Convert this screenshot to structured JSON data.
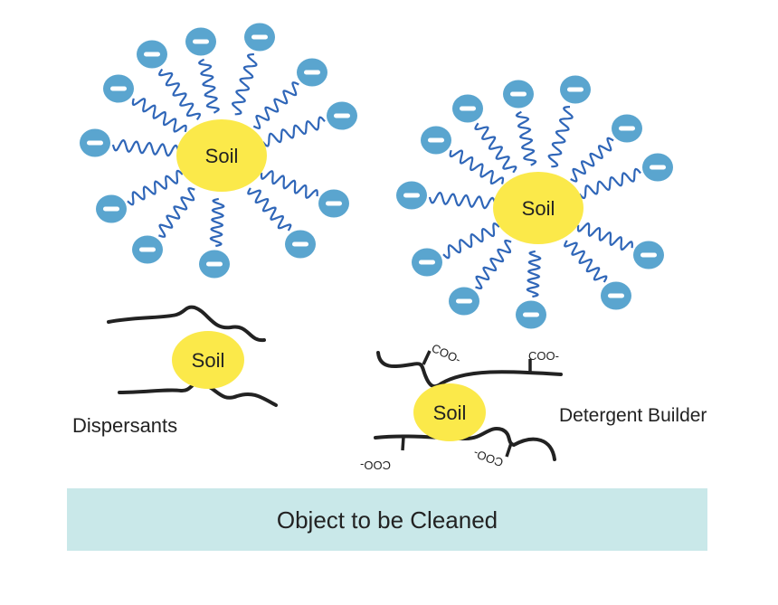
{
  "micelles": [
    {
      "soil_label": "Soil"
    },
    {
      "soil_label": "Soil"
    }
  ],
  "dispersant": {
    "soil_label": "Soil",
    "label": "Dispersants"
  },
  "builder": {
    "soil_label": "Soil",
    "label": "Detergent Builder",
    "group_label": "COO-"
  },
  "surface": {
    "label": "Object to be Cleaned"
  },
  "colors": {
    "head": "#5aa5cf",
    "tail": "#2f66b8",
    "soil": "#fbe94a",
    "surface": "#c9e8e9",
    "chain": "#222222"
  }
}
